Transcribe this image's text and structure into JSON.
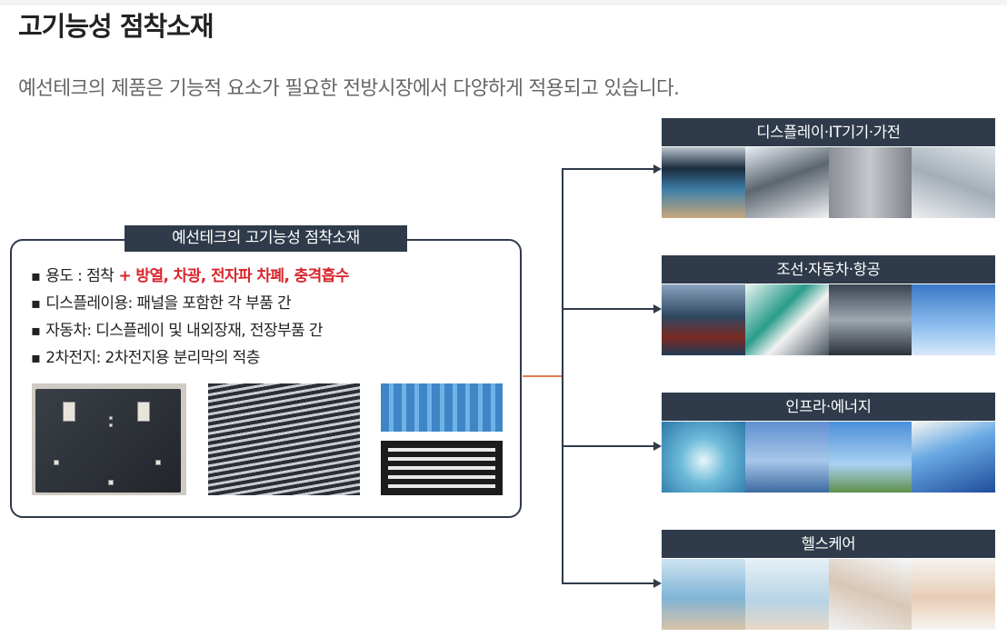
{
  "header": {
    "title": "고기능성 점착소재",
    "subtitle": "예선테크의 제품은 기능적 요소가 필요한 전방시장에서 다양하게 적용되고 있습니다."
  },
  "info_box": {
    "tag": "예선테크의 고기능성 점착소재",
    "bullets": [
      {
        "prefix": "용도 : 점착",
        "highlight": " + 방열, 차광, 전자파 차폐, 충격흡수"
      },
      {
        "prefix": "디스플레이용: 패널을 포함한 각 부품 간",
        "highlight": ""
      },
      {
        "prefix": "자동차: 디스플레이 및 내외장재, 전장부품 간",
        "highlight": ""
      },
      {
        "prefix": "2차전지: 2차전지용 분리막의 적층",
        "highlight": ""
      }
    ]
  },
  "colors": {
    "navy": "#2f3b4a",
    "accent_red": "#d8262d",
    "connector_orange": "#e07b54"
  },
  "categories": [
    {
      "label": "디스플레이·IT기기·가전",
      "image": "tv-tablet-fridge-printer-photos"
    },
    {
      "label": "조선·자동차·항공",
      "image": "ship-train-car-airplane-photos"
    },
    {
      "label": "인프라·에너지",
      "image": "water-bridge-windturbine-solar-photos"
    },
    {
      "label": "헬스케어",
      "image": "runners-mother-baby-photos"
    }
  ]
}
